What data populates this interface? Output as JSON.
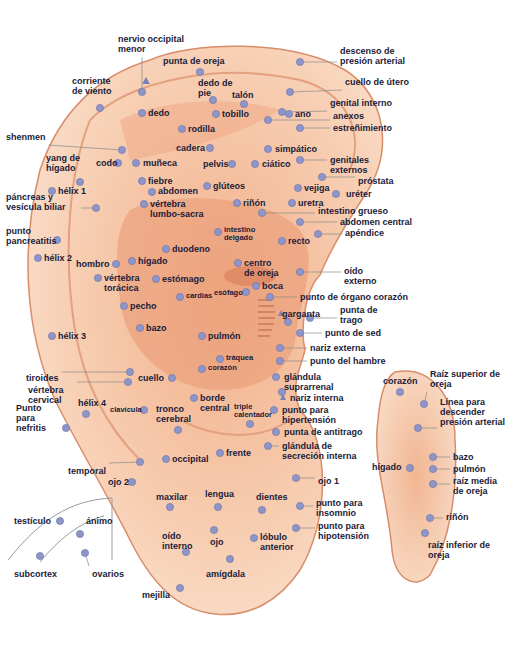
{
  "diagram": {
    "labels": [
      "nervio occipital menor",
      "punta de oreja",
      "descenso de presión arterial",
      "cuello de útero",
      "corriente de viento",
      "dedo de pie",
      "talón",
      "genital interno",
      "anexos",
      "dedo",
      "tobillo",
      "ano",
      "estreñimiento",
      "rodilla",
      "shenmen",
      "cadera",
      "simpático",
      "genitales externos",
      "yang de hígado",
      "codo",
      "muñeca",
      "pelvis",
      "ciático",
      "fiebre",
      "próstata",
      "abdomen",
      "glúteos",
      "vejiga",
      "hélix 1",
      "uréter",
      "páncreas y vesícula biliar",
      "vértebra lumbo-sacra",
      "riñón",
      "uretra",
      "intestino grueso",
      "abdomen central",
      "punto pancreatitis",
      "intestino delgado",
      "apéndice",
      "recto",
      "hélix 2",
      "duodeno",
      "hombro",
      "hígado",
      "centro de oreja",
      "oído externo",
      "vértebra torácica",
      "estómago",
      "boca",
      "cardias",
      "esófago",
      "punto de órgano corazón",
      "pecho",
      "punta de trago",
      "garganta",
      "bazo",
      "pulmón",
      "hélix 3",
      "punto de sed",
      "nariz externa",
      "tráquea",
      "punto del hambre",
      "corazón",
      "glándula suprarrenal",
      "tiroides",
      "cuello",
      "vértebra cervical",
      "hélix 4",
      "clavícula",
      "nariz interna",
      "borde central",
      "Punto para nefritis",
      "tronco cerebral",
      "triple calentador",
      "punto para hipertensión",
      "punta de antitrago",
      "glándula de secreción interna",
      "occipital",
      "frente",
      "temporal",
      "ojo 2",
      "ojo 1",
      "maxilar",
      "lengua",
      "dientes",
      "punto para insomnio",
      "testículo",
      "ánimo",
      "punto para hipotensión",
      "oído interno",
      "ojo",
      "lóbulo anterior",
      "subcortex",
      "ovarios",
      "amígdala",
      "mejilla",
      "corazón",
      "Raíz superior de oreja",
      "Línea para descender presión arterial",
      "bazo",
      "hígado",
      "pulmón",
      "raíz media de oreja",
      "riñón",
      "raíz inferior de oreja"
    ]
  }
}
